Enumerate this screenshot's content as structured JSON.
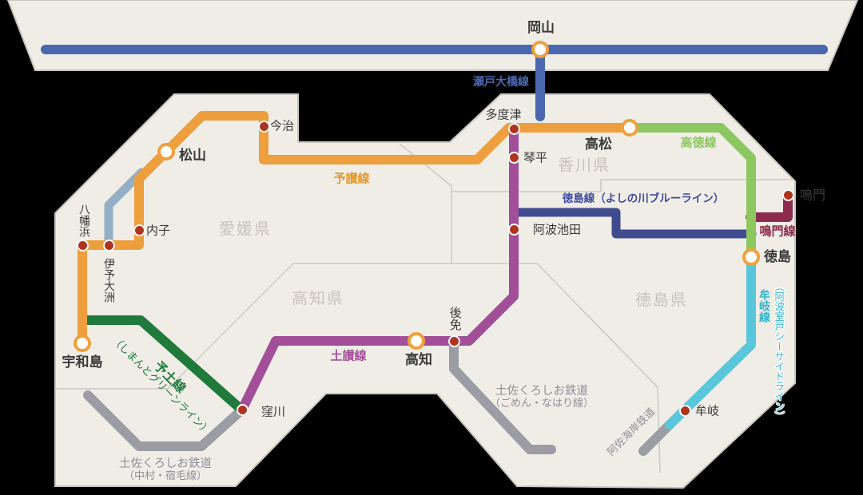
{
  "map": {
    "land_color": "#efede6",
    "sea_color": "#000000",
    "border_color": "#c9c6bf",
    "boundary_color": "#ccc9c1",
    "marker_minor_fill": "#af3420",
    "marker_major_ring": "#f0a03c"
  },
  "prefectures": {
    "kagawa": {
      "label": "香川県"
    },
    "ehime": {
      "label": "愛媛県"
    },
    "kochi": {
      "label": "高知県"
    },
    "tokushima": {
      "label": "徳島県"
    }
  },
  "lines": {
    "seto_ohashi": {
      "label": "瀬戸大橋線",
      "color": "#4a68b0"
    },
    "yosan": {
      "label": "予讃線",
      "color": "#ed9e3d"
    },
    "yosan_coastal": {
      "color": "#94afc5"
    },
    "kotoku": {
      "label": "高徳線",
      "color": "#8dc75f"
    },
    "tokushima_line": {
      "label": "徳島線（よしの川ブルーライン）",
      "color": "#3f4a8f"
    },
    "naruto_line": {
      "label": "鳴門線",
      "color": "#8c2b4b"
    },
    "dosan": {
      "label": "土讃線",
      "color": "#a34e99"
    },
    "yodo": {
      "label": "予土線",
      "sublabel": "（しまんとグリーンライン）",
      "color": "#1f7a3b"
    },
    "mugi_line": {
      "label": "牟岐線",
      "sublabel": "（阿波室戸シーサイドライン）",
      "color": "#5ac6db"
    },
    "kuroshio_nakamura": {
      "label": "土佐くろしお鉄道",
      "sublabel": "（中村・宿毛線）",
      "color": "#9c9ca5"
    },
    "kuroshio_gomen": {
      "label": "土佐くろしお鉄道",
      "sublabel": "（ごめん・なはり線）",
      "color": "#9c9ca5"
    },
    "asa": {
      "label": "阿佐海岸鉄道",
      "color": "#9c9ca5"
    }
  },
  "stations": {
    "okayama": {
      "label": "岡山"
    },
    "takamatsu": {
      "label": "高松"
    },
    "matsuyama": {
      "label": "松山"
    },
    "kochi": {
      "label": "高知"
    },
    "tokushima": {
      "label": "徳島"
    },
    "uwajima": {
      "label": "宇和島"
    },
    "naruto": {
      "label": "鳴門"
    },
    "tadotsu": {
      "label": "多度津"
    },
    "kotohira": {
      "label": "琴平"
    },
    "imabari": {
      "label": "今治"
    },
    "uchiko": {
      "label": "内子"
    },
    "yawatahama": {
      "label": "八幡浜"
    },
    "iyo_ozu": {
      "label": "伊予大洲"
    },
    "awa_ikeda": {
      "label": "阿波池田"
    },
    "gomen": {
      "label": "後免"
    },
    "kubokawa": {
      "label": "窪川"
    },
    "mugi": {
      "label": "牟岐"
    }
  }
}
